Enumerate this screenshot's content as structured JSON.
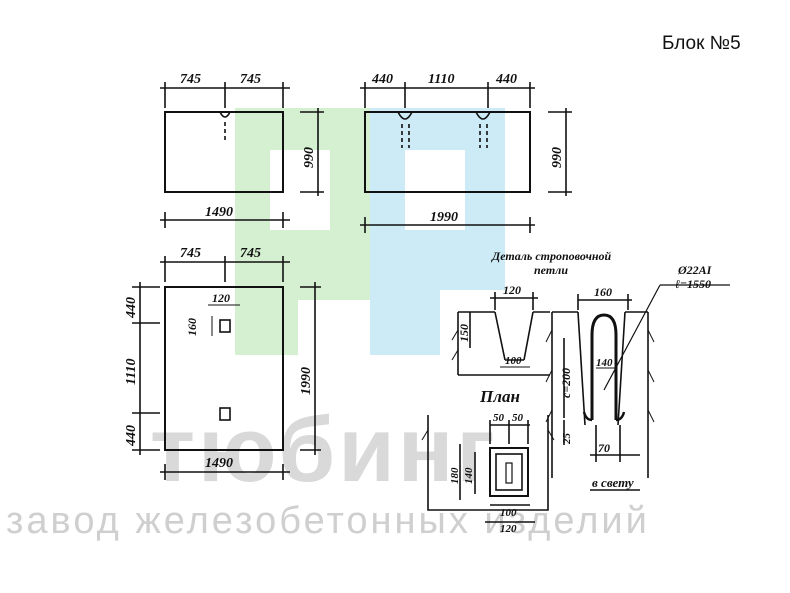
{
  "header": {
    "title": "Блок №5"
  },
  "watermark": {
    "brand": "тюбинг",
    "tagline": "завод железобетонных изделий",
    "colors": {
      "green": "#c9ecc4",
      "blue": "#bfe6f5",
      "text": "#d6d6d6"
    }
  },
  "views": {
    "front_small": {
      "dim_top_a": "745",
      "dim_top_b": "745",
      "dim_bottom": "1490",
      "dim_height": "990"
    },
    "front_large": {
      "dim_top_a": "440",
      "dim_top_b": "1110",
      "dim_top_c": "440",
      "dim_bottom": "1990",
      "dim_height": "990"
    },
    "plan": {
      "dim_top_a": "745",
      "dim_top_b": "745",
      "dim_bottom": "1490",
      "dim_left_a": "440",
      "dim_left_b": "1110",
      "dim_left_c": "440",
      "dim_right": "1990",
      "loop_width": "120",
      "loop_height": "160"
    }
  },
  "detail": {
    "caption_line1": "Деталь строповочной",
    "caption_line2": "петли",
    "plan_caption": "План",
    "section_a": {
      "top": "120",
      "side": "150",
      "bottom": "100"
    },
    "section_b": {
      "top": "160",
      "inner": "140",
      "height": "с=200",
      "bottom": "25",
      "base": "70",
      "clear": "в свету"
    },
    "bar_spec": {
      "diameter": "Ø22AI",
      "length": "ℓ=1550"
    },
    "plan_view": {
      "top_a": "50",
      "top_b": "50",
      "left_a": "180",
      "left_b": "140",
      "bottom_a": "100",
      "bottom_b": "120"
    }
  }
}
